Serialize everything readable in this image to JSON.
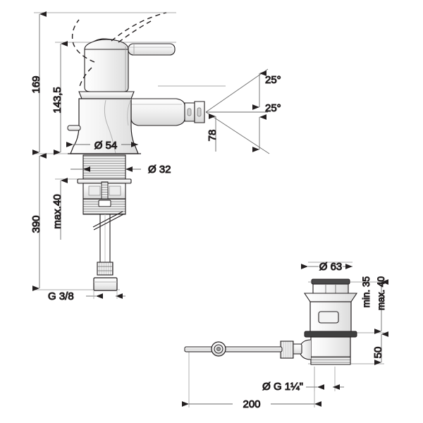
{
  "drawing": {
    "title": "Bidet mixer and pop-up waste dimensional drawing",
    "units": "mm",
    "line_color": "#231f20",
    "background": "#ffffff"
  },
  "dimensions": {
    "height_total": "169",
    "height_spout": "143,5",
    "spout_projection": "78",
    "angle_upper": "25°",
    "angle_lower": "25°",
    "cap_diameter": "Ø 54",
    "shank_diameter": "Ø 32",
    "hose_length": "390",
    "mounting_thickness": "max.40",
    "supply_thread": "G 3/8",
    "waste_cap_diameter": "Ø 63",
    "waste_min": "min. 35",
    "waste_max": "max. 40",
    "waste_body_height": "50",
    "waste_outlet_thread": "Ø G 1¼\"",
    "lift_rod_length": "200"
  },
  "parts": {
    "mixer": "single-lever bidet mixer",
    "handle": "lever-handle",
    "spout": "swivel-spout-with-aerator",
    "shank": "threaded-mounting-shank",
    "nut": "mounting-nut",
    "hose": "flexible-supply-hose",
    "connector": "g38-hose-connector",
    "waste": "pop-up-waste-assembly",
    "waste_cap": "waste-stopper-cap",
    "lift_rod": "lift-rod-linkage",
    "pivot": "rod-pivot-joint",
    "knurled_nut": "knurled-adjusting-nut"
  }
}
